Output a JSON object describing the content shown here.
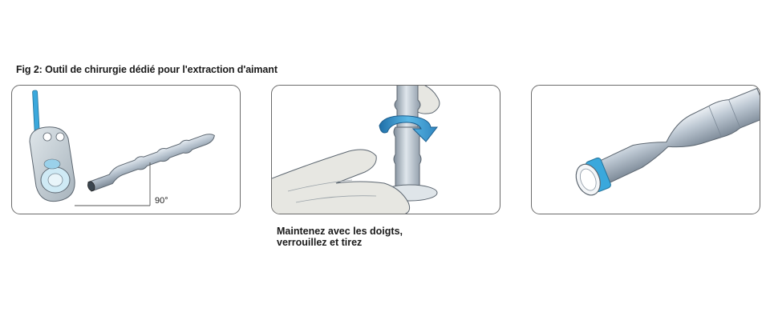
{
  "figure": {
    "title": "Fig 2: Outil de chirurgie dédié pour l'extraction d'aimant"
  },
  "panel1": {
    "angle_label": "90°"
  },
  "panel2": {
    "caption_line1": "Maintenez avec les doigts,",
    "caption_line2": "verrouillez et tirez"
  },
  "colors": {
    "tool_metal": "#b7c3cf",
    "accent_blue": "#3aa8dc",
    "glove": "#e7e7e2",
    "outline": "#5c6670"
  },
  "icons": {
    "rotation_arrow": "rotate-arrow-icon"
  }
}
